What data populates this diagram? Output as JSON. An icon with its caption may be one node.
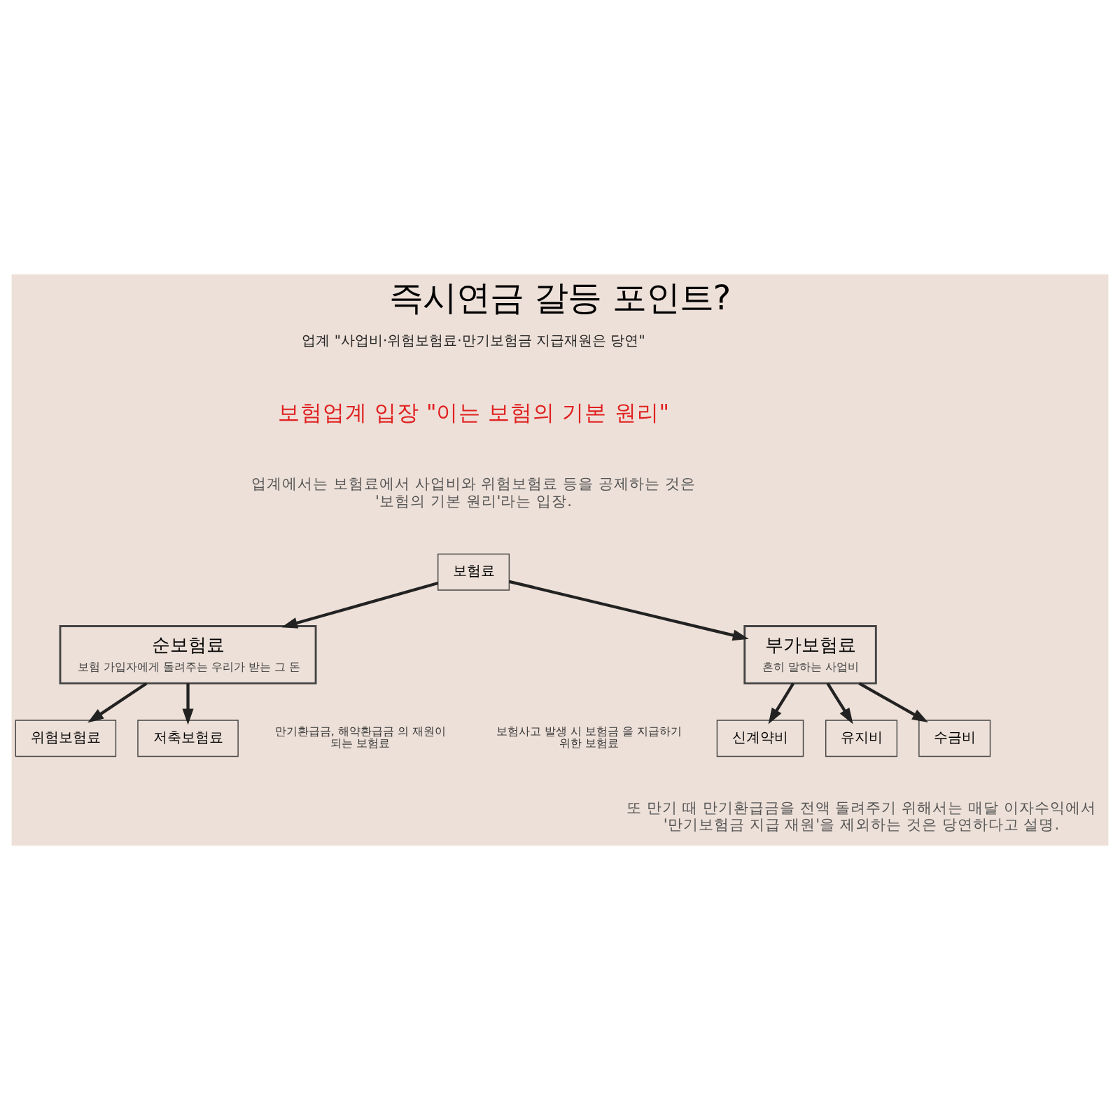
{
  "diagram": {
    "title": "즉시연금 갈등 포인트?",
    "nodes": [
      {
        "text": [
          "보험료"
        ]
      },
      {
        "text": [
          "순보험료",
          "보험 가입자에게 돌려주는 우리가 받는 그 돈"
        ]
      },
      {
        "text": [
          "부가보험료",
          "흔히 말하는 사업비"
        ]
      },
      {
        "text": [
          "위험보험료"
        ]
      },
      {
        "text": [
          "저축보험료"
        ]
      },
      {
        "text": [
          "신계약비"
        ]
      },
      {
        "text": [
          "유지비"
        ]
      },
      {
        "text": [
          "수금비"
        ]
      }
    ],
    "edges": [
      {
        "from": 0,
        "to": 1,
        "arrow": "to"
      },
      {
        "from": 0,
        "to": 2,
        "arrow": "to"
      },
      {
        "from": 1,
        "to": 3,
        "arrow": "to"
      },
      {
        "from": 1,
        "to": 4,
        "arrow": "to"
      },
      {
        "from": 2,
        "to": 5,
        "arrow": "to"
      },
      {
        "from": 2,
        "to": 6,
        "arrow": "to"
      },
      {
        "from": 2,
        "to": 7,
        "arrow": "to"
      }
    ],
    "labels": [
      "업계 \"사업비·위험보험료·만기보험금 지급재원은 당연\"",
      "보험업계 입장 \"이는 보험의 기본 원리\"",
      "업계에서는 보험료에서 사업비와 위험보험료 등을 공제하는 것은 '보험의 기본 원리'라는 입장.",
      "만기환급금, 해약환급금 의 재원이 되는 보험료",
      "보험사고 발생 시 보험금 을 지급하기 위한 보험료",
      "또 만기 때 만기환급금을 전액 돌려주기 위해서는 매달 이자수익에서 '만기보험금 지급 재원'을 제외하는 것은 당연하다고 설명."
    ]
  }
}
